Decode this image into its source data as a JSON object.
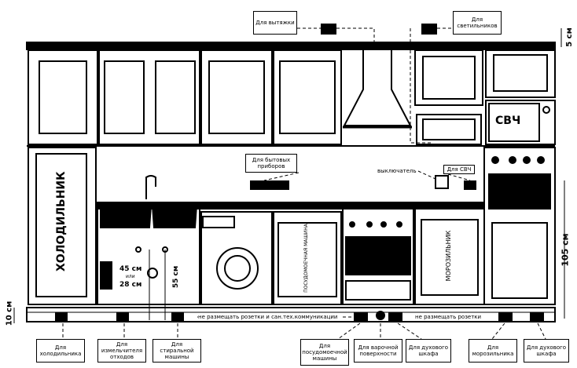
{
  "appliances": {
    "fridge": "ХОЛОДИЛЬНИК",
    "dishwasher": "ПОСУДОМОЕЧНАЯ МАШИНА",
    "freezer": "МОРОЗИЛЬНИК",
    "microwave": "СВЧ"
  },
  "dimensions": {
    "top": "5 см",
    "sink_a": "45 см",
    "sink_or": "или",
    "sink_b": "28 см",
    "washer": "55 см",
    "bottom": "10 см",
    "right": "105 см"
  },
  "notes": {
    "no_sockets_1": "не размещать розетки и сан.тех.коммуникации",
    "no_sockets_2": "не размещать розетки",
    "switch": "выключатель"
  },
  "labels": {
    "hood": "Для вытяжки",
    "lights": "Для светильников",
    "appliances": "Для бытовых приборов",
    "microwave": "Для СВЧ",
    "fridge": "Для холодильника",
    "shredder": "Для измельчителя отходов",
    "washer": "Для стиральной машины",
    "dishwasher": "Для посудомоечной машины",
    "hob": "Для варочной поверхности",
    "oven1": "Для духового шкафа",
    "freezer": "Для морозильника",
    "oven2": "Для духового шкафа"
  }
}
